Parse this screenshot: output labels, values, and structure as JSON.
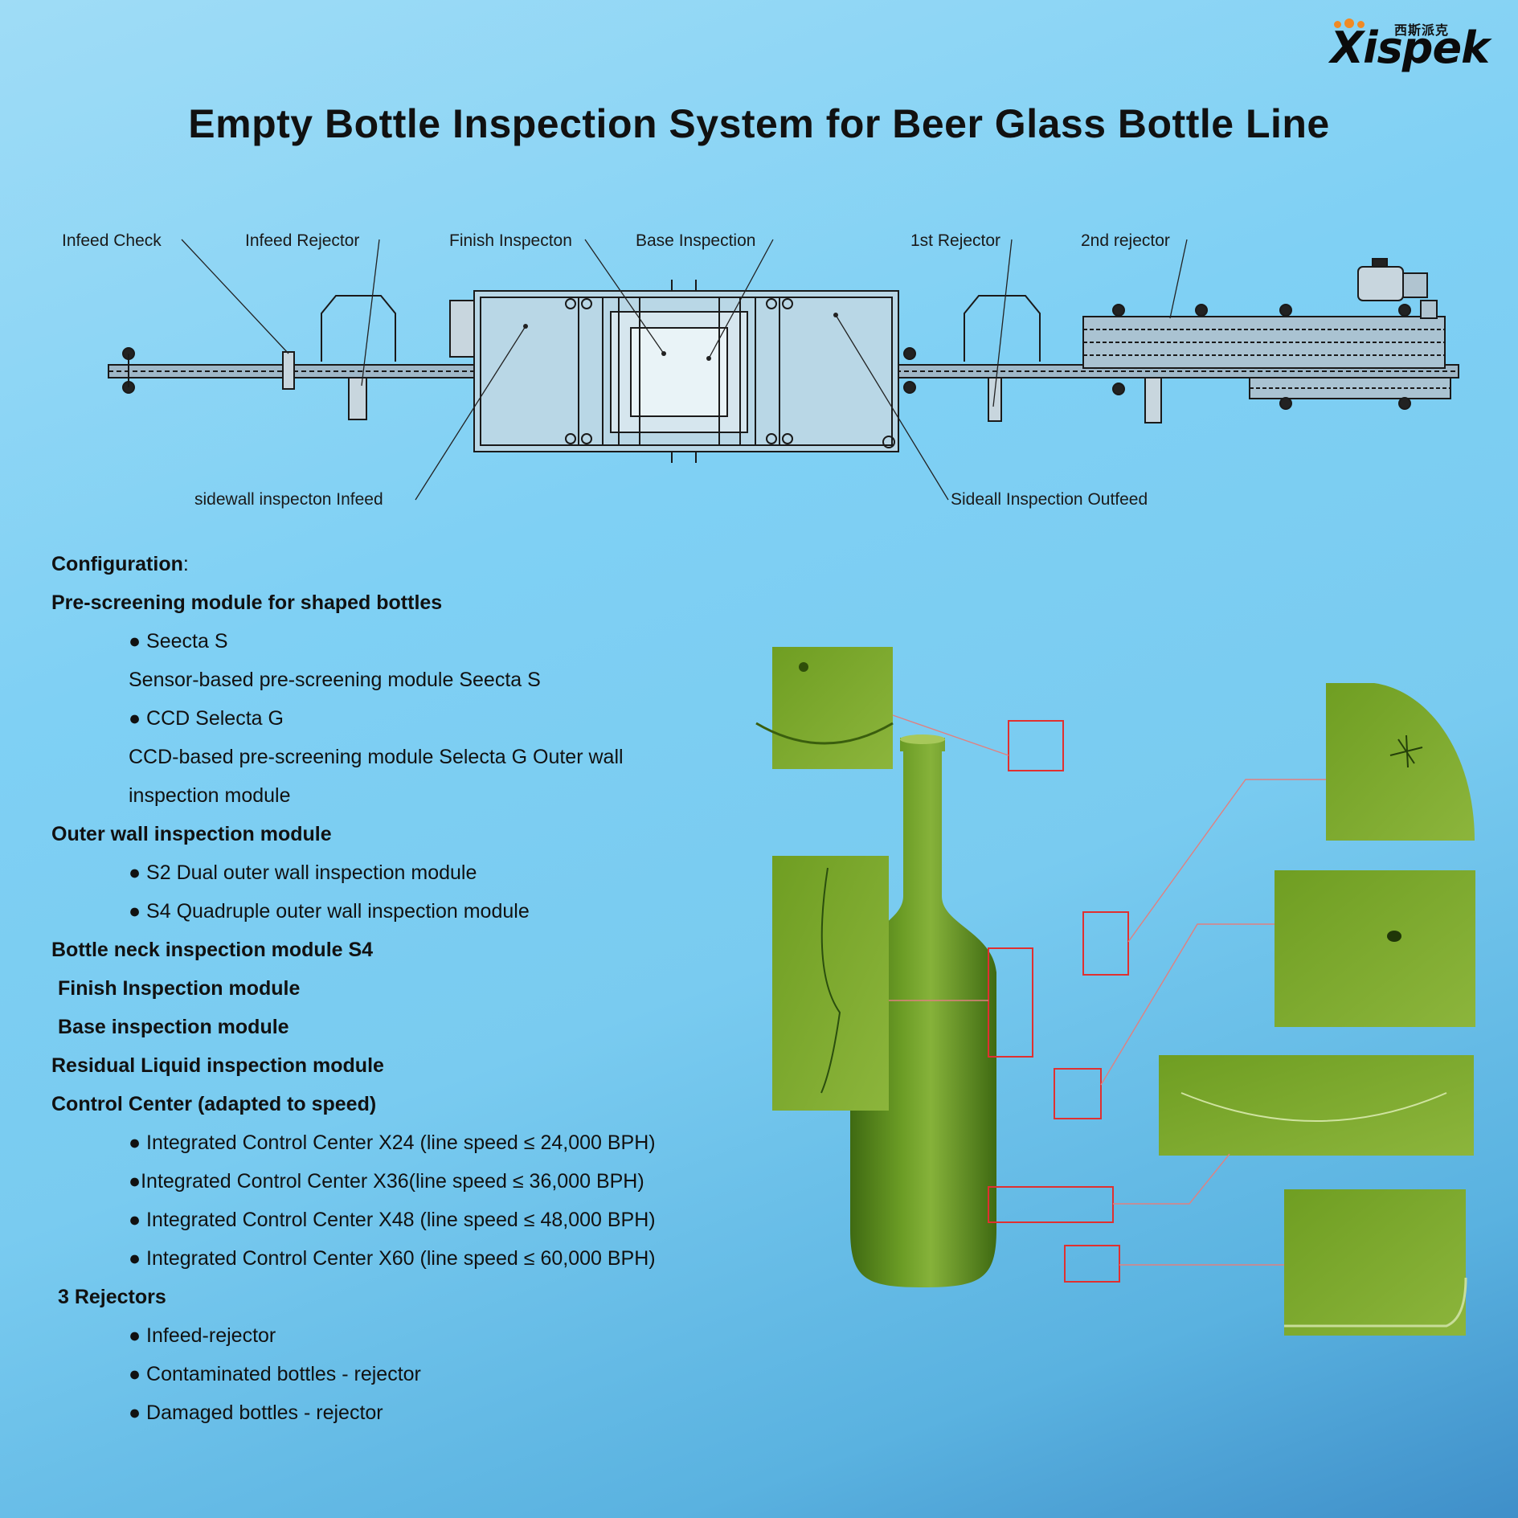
{
  "brand": {
    "cn": "西斯派克",
    "en": "Xispek",
    "accent": "#f08a24"
  },
  "title": "Empty Bottle Inspection System for Beer Glass Bottle Line",
  "diagram_labels": {
    "infeed_check": "Infeed Check",
    "infeed_rejector": "Infeed Rejector",
    "finish_inspection": "Finish Inspecton",
    "base_inspection": "Base Inspection",
    "first_rejector": "1st Rejector",
    "second_rejector": "2nd rejector",
    "sidewall_infeed": "sidewall inspecton Infeed",
    "sidewall_outfeed": "Sideall Inspection Outfeed"
  },
  "config": {
    "heading": "Configuration",
    "heading_colon": ":",
    "lines": [
      {
        "t": "Pre-screening module for shaped bottles",
        "s": "h"
      },
      {
        "t": "●  Seecta S",
        "s": "i"
      },
      {
        "t": "Sensor-based pre-screening module Seecta S",
        "s": "i"
      },
      {
        "t": "● CCD Selecta G",
        "s": "i"
      },
      {
        "t": "CCD-based pre-screening module Selecta G Outer wall",
        "s": "i"
      },
      {
        "t": "inspection module",
        "s": "i"
      },
      {
        "t": "Outer wall inspection module",
        "s": "h"
      },
      {
        "t": "● S2 Dual outer wall inspection module",
        "s": "i"
      },
      {
        "t": "● S4  Quadruple outer wall inspection module",
        "s": "i"
      },
      {
        "t": "Bottle neck inspection module S4",
        "s": "h"
      },
      {
        "t": "Finish Inspection  module",
        "s": "h2"
      },
      {
        "t": "Base inspection  module",
        "s": "h2"
      },
      {
        "t": "Residual Liquid inspection module",
        "s": "h"
      },
      {
        "t": "Control Center (adapted to speed)",
        "s": "h"
      },
      {
        "t": "● Integrated Control Center X24 (line speed ≤ 24,000 BPH)",
        "s": "i"
      },
      {
        "t": "●Integrated Control Center X36(line speed ≤ 36,000 BPH)",
        "s": "i"
      },
      {
        "t": "● Integrated Control Center X48 (line speed ≤ 48,000 BPH)",
        "s": "i"
      },
      {
        "t": "● Integrated Control Center X60 (line speed ≤ 60,000 BPH)",
        "s": "i"
      },
      {
        "t": "3 Rejectors",
        "s": "h2"
      },
      {
        "t": "●  Infeed-rejector",
        "s": "i"
      },
      {
        "t": "● Contaminated bottles - rejector",
        "s": "i"
      },
      {
        "t": "●  Damaged bottles - rejector",
        "s": "i"
      }
    ]
  },
  "colors": {
    "bottle": "#5f8f1e",
    "bottle_dark": "#3f6a12",
    "highlight": "#e03030"
  }
}
